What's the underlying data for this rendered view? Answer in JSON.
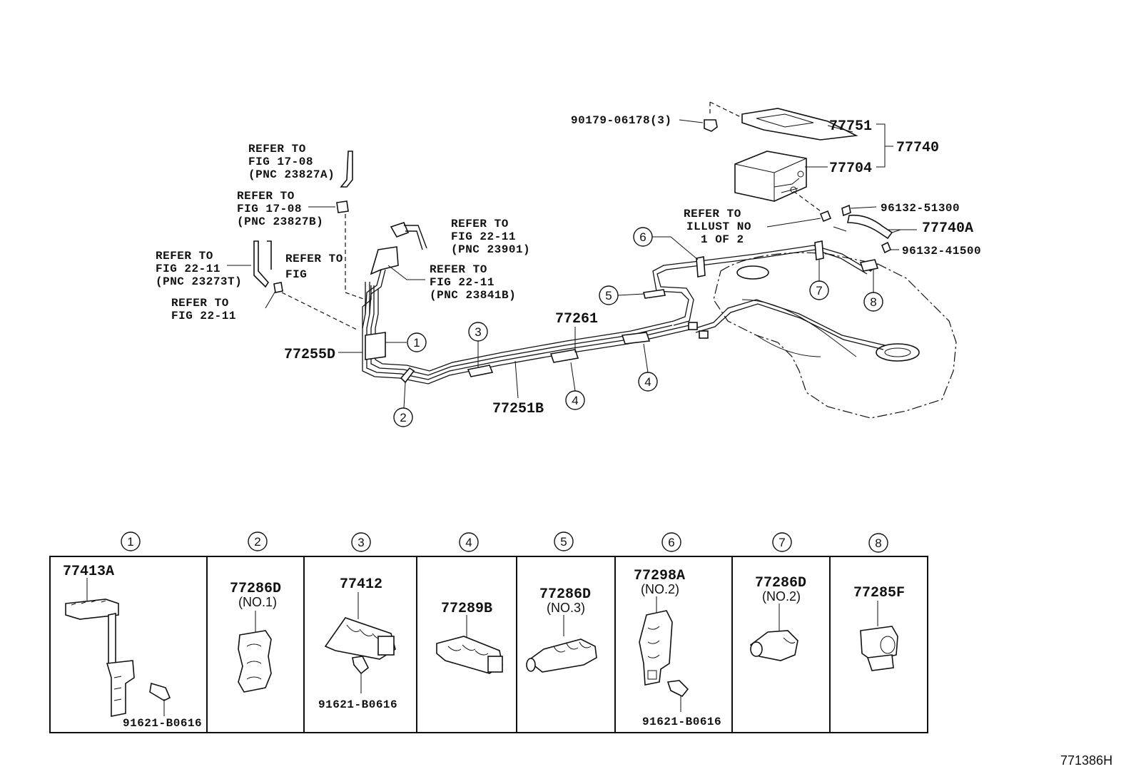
{
  "refs": {
    "fig1708a": [
      "REFER TO",
      "FIG 17-08",
      "(PNC 23827A)"
    ],
    "fig1708b": [
      "REFER TO",
      "FIG 17-08",
      "(PNC 23827B)"
    ],
    "fig2211_23273t": [
      "REFER TO",
      "FIG 22-11",
      "(PNC 23273T)"
    ],
    "fig2211_plain": [
      "REFER TO",
      "FIG 22-11"
    ],
    "fig_cut": [
      "REFER TO",
      "FIG"
    ],
    "fig2211_23901": [
      "REFER TO",
      "FIG 22-11",
      "(PNC 23901)"
    ],
    "fig2211_23841b": [
      "REFER TO",
      "FIG 22-11",
      "(PNC 23841B)"
    ],
    "illust": [
      "REFER TO",
      "ILLUST NO",
      "1 OF 2"
    ]
  },
  "parts": {
    "p77751": "77751",
    "p77740": "77740",
    "p77704": "77704",
    "p90179": "90179-06178(3)",
    "p96132_51300": "96132-51300",
    "p77740a": "77740A",
    "p96132_41500": "96132-41500",
    "p77261": "77261",
    "p77255d": "77255D",
    "p77251b": "77251B"
  },
  "callouts": [
    "1",
    "2",
    "3",
    "4",
    "5",
    "6",
    "7",
    "8"
  ],
  "detail_panels": [
    {
      "num": "1",
      "part": "77413A",
      "sub": "",
      "bolt": "91621-B0616"
    },
    {
      "num": "2",
      "part": "77286D",
      "sub": "(NO.1)",
      "bolt": ""
    },
    {
      "num": "3",
      "part": "77412",
      "sub": "",
      "bolt": "91621-B0616"
    },
    {
      "num": "4",
      "part": "77289B",
      "sub": "",
      "bolt": ""
    },
    {
      "num": "5",
      "part": "77286D",
      "sub": "(NO.3)",
      "bolt": ""
    },
    {
      "num": "6",
      "part": "77298A",
      "sub": "(NO.2)",
      "bolt": "91621-B0616"
    },
    {
      "num": "7",
      "part": "77286D",
      "sub": "(NO.2)",
      "bolt": ""
    },
    {
      "num": "8",
      "part": "77285F",
      "sub": "",
      "bolt": ""
    }
  ],
  "figure_id": "771386H"
}
